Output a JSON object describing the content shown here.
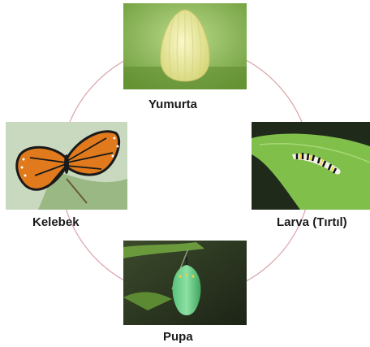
{
  "diagram": {
    "stages": [
      {
        "label": "Yumurta",
        "image": "egg-photo"
      },
      {
        "label": "Larva (Tırtıl)",
        "image": "caterpillar-photo"
      },
      {
        "label": "Pupa",
        "image": "chrysalis-photo"
      },
      {
        "label": "Kelebek",
        "image": "butterfly-photo"
      }
    ],
    "colors": {
      "cycle_ring": "#d9a3a8",
      "leaf_green": "#6fa84a",
      "monarch_orange": "#e07a1c"
    }
  }
}
